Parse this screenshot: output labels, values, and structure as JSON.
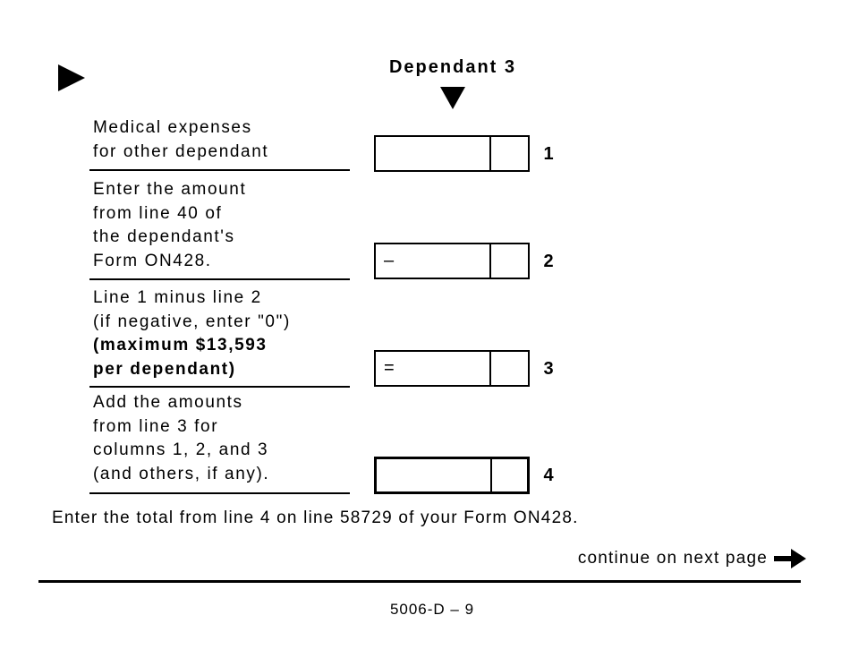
{
  "header": {
    "column_title": "Dependant 3"
  },
  "rows": [
    {
      "lines": [
        "Medical expenses",
        "for other dependant"
      ],
      "box": {
        "prefix": "",
        "value": ""
      },
      "line_no": "1"
    },
    {
      "lines": [
        "Enter the amount",
        "from line 40 of",
        "the dependant's",
        "Form ON428."
      ],
      "box": {
        "prefix": "–",
        "value": ""
      },
      "line_no": "2"
    },
    {
      "lines": [
        "Line 1 minus line 2",
        "(if negative, enter \"0\")",
        "(maximum $13,593",
        "per dependant)"
      ],
      "bold_lines": [
        2,
        3
      ],
      "box": {
        "prefix": "=",
        "value": ""
      },
      "line_no": "3"
    },
    {
      "lines": [
        "Add the amounts",
        "from line 3 for",
        "columns 1, 2, and 3",
        "(and others, if any)."
      ],
      "box": {
        "prefix": "",
        "value": ""
      },
      "line_no": "4"
    }
  ],
  "footer_note": "Enter the total from line 4 on line 58729 of your Form ON428.",
  "continue_label": "continue on next page",
  "page_number": "5006-D – 9",
  "icons": {
    "section_pointer": "right-triangle",
    "column_marker": "down-triangle",
    "continue_arrow": "heavy-right-arrow"
  },
  "colors": {
    "ink": "#000000",
    "paper": "#ffffff"
  }
}
